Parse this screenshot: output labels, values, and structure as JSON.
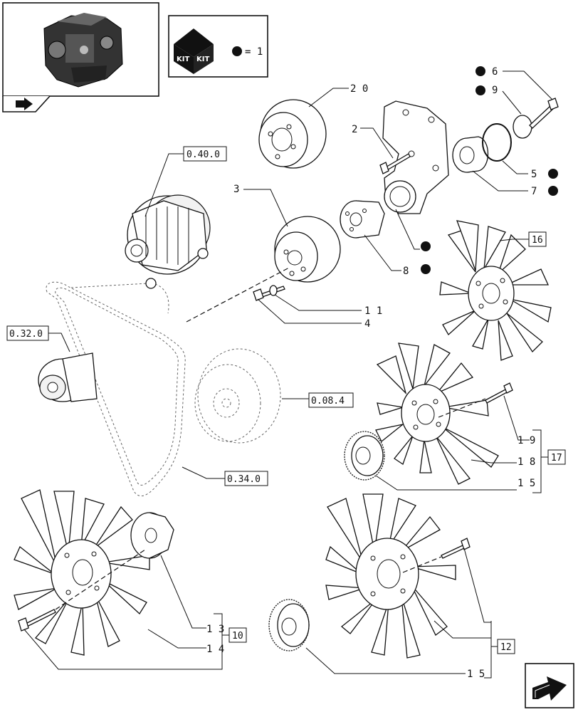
{
  "kit_legend": {
    "kit_text_left": "KIT",
    "kit_text_right": "KIT",
    "equals_text": "= 1"
  },
  "reference_boxes": {
    "alternator_ref": "0.40.0",
    "tensioner_ref": "0.32.0",
    "crank_pulley_ref": "0.08.4",
    "belt_ref": "0.34.0",
    "fan_kit_16": "16",
    "fan_kit_17": "17",
    "fan_kit_10": "10",
    "fan_kit_12": "12"
  },
  "callouts": {
    "c20": "2 0",
    "c2": "2",
    "c3": "3",
    "c6": "6",
    "c9": "9",
    "c5": "5",
    "c7": "7",
    "c8": "8",
    "c11": "1 1",
    "c4": "4",
    "c19": "1 9",
    "c18": "1 8",
    "c15a": "1 5",
    "c13": "1 3",
    "c14": "1 4",
    "c15b": "1 5"
  },
  "colors": {
    "ink": "#111111",
    "paper": "#ffffff"
  },
  "icons": {
    "thumbnail": "engine-thumbnail-icon",
    "prev": "previous-page-icon",
    "next": "next-page-icon"
  }
}
